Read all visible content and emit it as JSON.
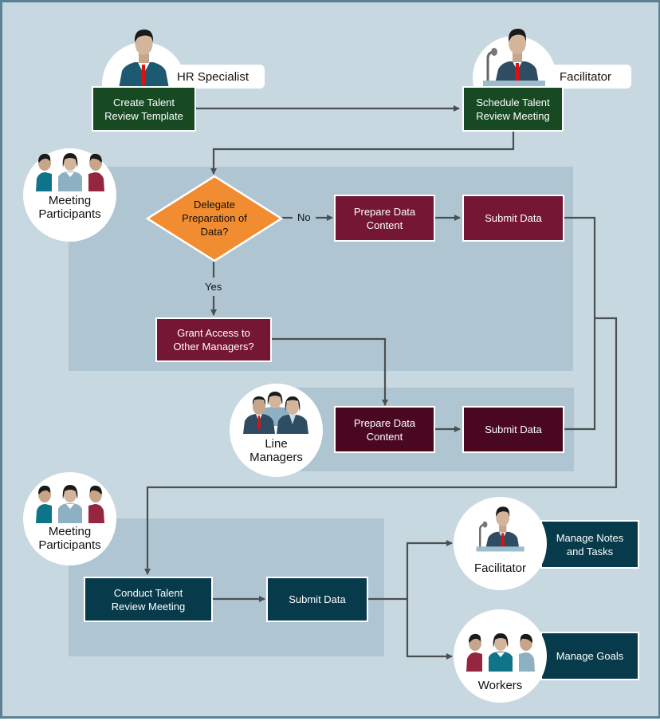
{
  "diagram": {
    "title": "Talent Review Process Flow",
    "colors": {
      "background": "#c8d8e0",
      "lane": "#afc6d2",
      "green_step": "#174a23",
      "maroon_step": "#751634",
      "dark_maroon_step": "#4a0820",
      "teal_step": "#073a4a",
      "decision": "#f28c30",
      "connector": "#4a4f52"
    },
    "roles": {
      "hr_specialist": {
        "label": "HR Specialist",
        "icon": "businessman-icon"
      },
      "facilitator_top": {
        "label": "Facilitator",
        "icon": "speaker-podium-icon"
      },
      "meeting_participants_1": {
        "label_line1": "Meeting",
        "label_line2": "Participants",
        "icon": "group-of-people-icon"
      },
      "line_managers": {
        "label_line1": "Line",
        "label_line2": "Managers",
        "icon": "managers-group-icon"
      },
      "meeting_participants_2": {
        "label_line1": "Meeting",
        "label_line2": "Participants",
        "icon": "group-of-people-icon"
      },
      "facilitator_bottom": {
        "label": "Facilitator",
        "icon": "speaker-podium-icon"
      },
      "workers": {
        "label": "Workers",
        "icon": "group-of-people-icon"
      }
    },
    "steps": {
      "create_template": {
        "line1": "Create Talent",
        "line2": "Review Template"
      },
      "schedule_meeting": {
        "line1": "Schedule Talent",
        "line2": "Review Meeting"
      },
      "decision": {
        "line1": "Delegate",
        "line2": "Preparation of",
        "line3": "Data?"
      },
      "prepare_data_1": {
        "line1": "Prepare Data",
        "line2": "Content"
      },
      "submit_data_1": {
        "line1": "Submit Data"
      },
      "grant_access": {
        "line1": "Grant Access to",
        "line2": "Other Managers?"
      },
      "prepare_data_2": {
        "line1": "Prepare Data",
        "line2": "Content"
      },
      "submit_data_2": {
        "line1": "Submit Data"
      },
      "conduct_meeting": {
        "line1": "Conduct Talent",
        "line2": "Review Meeting"
      },
      "submit_data_3": {
        "line1": "Submit Data"
      },
      "manage_notes": {
        "line1": "Manage Notes",
        "line2": "and Tasks"
      },
      "manage_goals": {
        "line1": "Manage Goals"
      }
    },
    "edge_labels": {
      "no": "No",
      "yes": "Yes"
    }
  }
}
